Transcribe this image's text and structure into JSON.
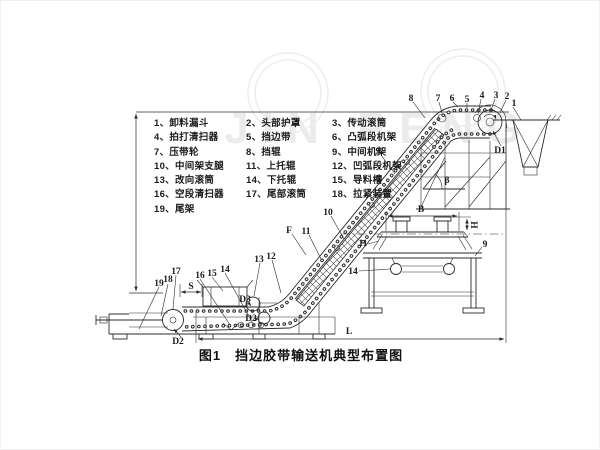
{
  "watermark": {
    "text": "JIN PENG"
  },
  "legend": {
    "items": [
      "1、卸料漏斗",
      "2、头部护罩",
      "3、传动滚筒",
      "4、拍打清扫器",
      "5、挡边带",
      "6、凸弧段机架",
      "7、压带轮",
      "8、挡辊",
      "9、中间机架",
      "10、中间架支腿",
      "11、上托辊",
      "12、凹弧段机架",
      "13、改向滚筒",
      "14、下托辊",
      "15、导料槽",
      "16、空段清扫器",
      "17、尾部滚筒",
      "18、拉紧装置",
      "19、尾架"
    ]
  },
  "caption": {
    "figure_label": "图1",
    "title": "挡边胶带输送机典型布置图"
  },
  "labels": {
    "n1": "1",
    "n2": "2",
    "n3": "3",
    "n4": "4",
    "n5": "5",
    "n6": "6",
    "n7": "7",
    "n8": "8",
    "n9": "9",
    "n10": "10",
    "n11": "11",
    "n12": "12",
    "n13": "13",
    "n14": "14",
    "n15": "15",
    "n16": "16",
    "n17": "17",
    "n18": "18",
    "n19": "19",
    "d1": "D1",
    "d2": "D2",
    "d3": "D3",
    "dim_b": "B",
    "dim_h": "H",
    "dim_s": "S",
    "dim_l": "L",
    "dim_f": "F",
    "beta": "β"
  },
  "colors": {
    "line": "#2b2b2b",
    "watermark": "#e9ebec",
    "background": "#ffffff"
  }
}
